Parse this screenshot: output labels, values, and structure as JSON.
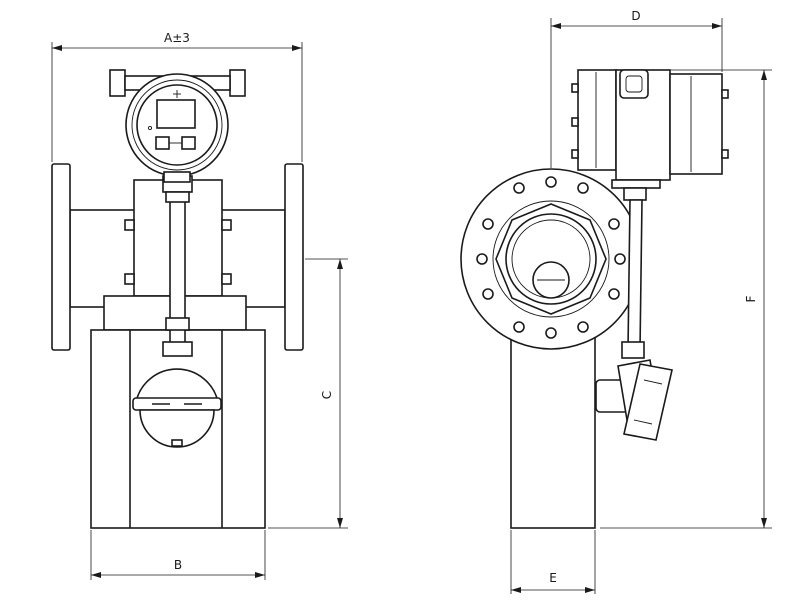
{
  "dimensions": {
    "a": "A±3",
    "b": "B",
    "c": "C",
    "d": "D",
    "e": "E",
    "f": "F"
  },
  "colors": {
    "line": "#1a1a1a",
    "background": "#ffffff"
  }
}
